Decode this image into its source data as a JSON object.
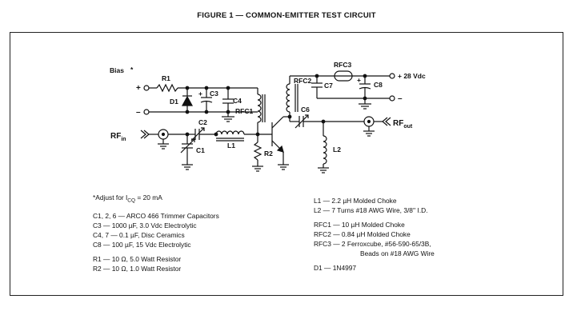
{
  "figure_title": "FIGURE 1 — COMMON-EMITTER TEST CIRCUIT",
  "labels": {
    "bias": "Bias",
    "bias_mark": "*",
    "plus": "+",
    "minus": "–",
    "r1": "R1",
    "d1": "D1",
    "c3": "C3",
    "c4": "C4",
    "rfc1": "RFC1",
    "rf_in_main": "RF",
    "rf_in_sub": "in",
    "c2": "C2",
    "c1": "C1",
    "l1": "L1",
    "r2": "R2",
    "rfc3": "RFC3",
    "rfc2": "RFC2",
    "c7": "C7",
    "c8": "C8",
    "c6": "C6",
    "l2": "L2",
    "vdc": "+ 28 Vdc",
    "out_minus": "–",
    "rf_out_main": "RF",
    "rf_out_sub": "out"
  },
  "notes_left": [
    "*Adjust for I",
    "CQ",
    " = 20 mA",
    "C1, 2, 6 — ARCO 466 Trimmer Capacitors",
    "C3 — 1000 µF, 3.0 Vdc Electrolytic",
    "C4, 7 — 0.1 µF, Disc Ceramics",
    "C8 — 100 µF, 15 Vdc Electrolytic",
    "R1 — 10 Ω, 5.0 Watt Resistor",
    "R2 — 10 Ω, 1.0 Watt Resistor"
  ],
  "notes_right": [
    "L1 — 2.2 µH Molded Choke",
    "L2 — 7 Turns #18 AWG Wire, 3/8'' I.D.",
    "RFC1 — 10 µH Molded Choke",
    "RFC2 — 0.84 µH Molded Choke",
    "RFC3 — 2 Ferroxcube, #56-590-65/3B,",
    "Beads on #18 AWG Wire",
    "D1 — 1N4997"
  ]
}
